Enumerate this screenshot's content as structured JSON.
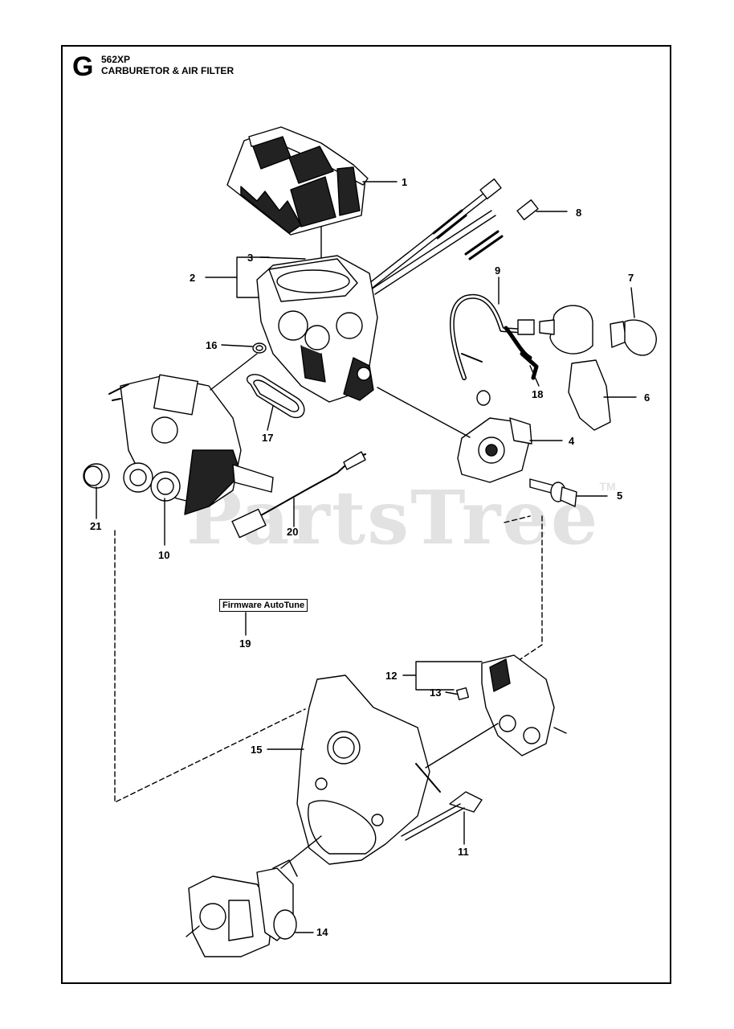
{
  "header": {
    "section_letter": "G",
    "model": "562XP",
    "title": "CARBURETOR & AIR FILTER"
  },
  "watermark": {
    "text": "PartsTree",
    "trademark": "TM"
  },
  "firmware_box": {
    "label": "Firmware AutoTune"
  },
  "callouts": [
    {
      "id": "1",
      "label": "1"
    },
    {
      "id": "2",
      "label": "2"
    },
    {
      "id": "3",
      "label": "3"
    },
    {
      "id": "4",
      "label": "4"
    },
    {
      "id": "5",
      "label": "5"
    },
    {
      "id": "6",
      "label": "6"
    },
    {
      "id": "7",
      "label": "7"
    },
    {
      "id": "8",
      "label": "8"
    },
    {
      "id": "9",
      "label": "9"
    },
    {
      "id": "10",
      "label": "10"
    },
    {
      "id": "11",
      "label": "11"
    },
    {
      "id": "12",
      "label": "12"
    },
    {
      "id": "13",
      "label": "13"
    },
    {
      "id": "14",
      "label": "14"
    },
    {
      "id": "15",
      "label": "15"
    },
    {
      "id": "16",
      "label": "16"
    },
    {
      "id": "17",
      "label": "17"
    },
    {
      "id": "18",
      "label": "18"
    },
    {
      "id": "19",
      "label": "19"
    },
    {
      "id": "20",
      "label": "20"
    },
    {
      "id": "21",
      "label": "21"
    }
  ]
}
